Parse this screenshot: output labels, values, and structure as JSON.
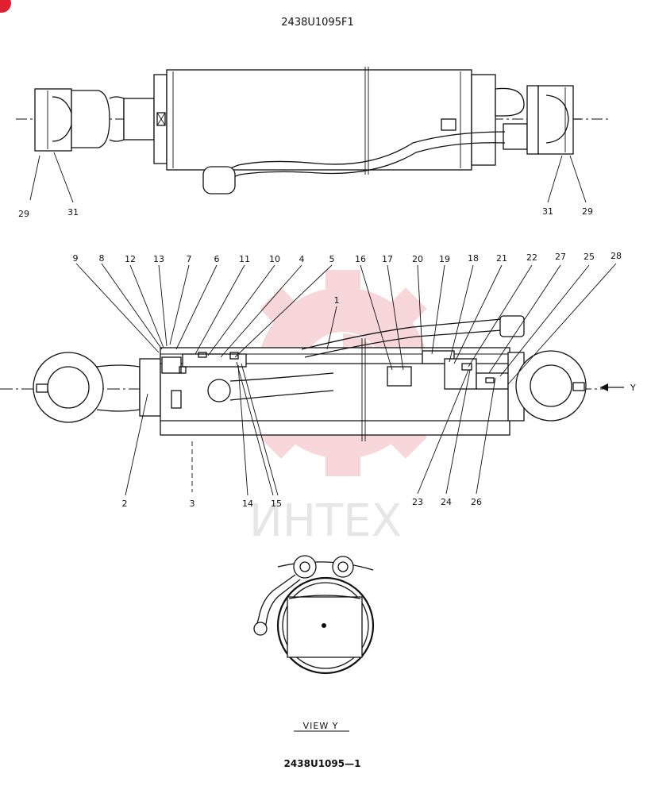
{
  "drawing": {
    "top_code": "2438U1095F1",
    "bottom_code": "2438U1095—1",
    "view_label": "VIEW Y",
    "watermark_text": "ИНТЕХ",
    "watermark_color": "#f3b8bd",
    "corner_badge_color": "#e0202e"
  },
  "callouts": {
    "top_view": [
      "29",
      "31",
      "31",
      "29"
    ],
    "section_top": [
      "9",
      "8",
      "12",
      "13",
      "7",
      "6",
      "11",
      "10",
      "4",
      "5",
      "16",
      "17",
      "20",
      "19",
      "18",
      "21",
      "22",
      "27",
      "25",
      "28",
      "1"
    ],
    "section_bottom": [
      "2",
      "3",
      "14",
      "15",
      "23",
      "24",
      "26"
    ],
    "direction_marker": "Y"
  }
}
